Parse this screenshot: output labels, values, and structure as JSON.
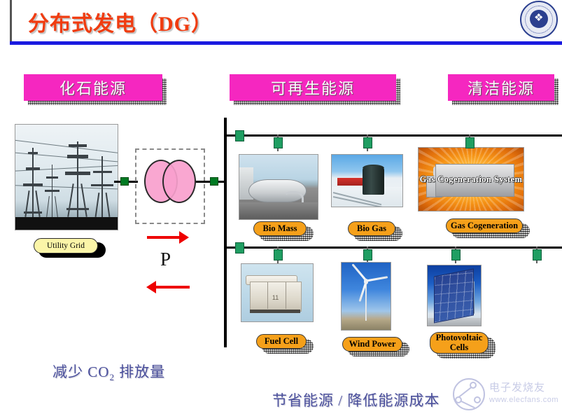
{
  "slide": {
    "title": "分布式发电（DG）",
    "logo_name": "university-emblem"
  },
  "categories": [
    {
      "label": "化石能源",
      "name": "fossil-energy"
    },
    {
      "label": "可再生能源",
      "name": "renewable-energy"
    },
    {
      "label": "清洁能源",
      "name": "clean-energy"
    }
  ],
  "grid": {
    "label": "Utility Grid",
    "photo_alt": "transmission-towers"
  },
  "transformer": {
    "name": "transformer-symbol"
  },
  "power_flow": {
    "symbol": "P",
    "direction_forward": "right-arrow",
    "direction_reverse": "left-arrow"
  },
  "sources_row1": [
    {
      "label": "Bio Mass",
      "photo_alt": "biomass-plant"
    },
    {
      "label": "Bio Gas",
      "photo_alt": "biogas-digester"
    },
    {
      "label": "Gas Cogeneration",
      "photo_alt": "gas-cogeneration-system",
      "photo_caption": "Gas Cogeneration System"
    }
  ],
  "sources_row2": [
    {
      "label": "Fuel Cell",
      "photo_alt": "fuel-cell-unit"
    },
    {
      "label": "Wind Power",
      "photo_alt": "wind-turbine"
    },
    {
      "label": "Photovoltaic\nCells",
      "label_line1": "Photovoltaic",
      "label_line2": "Cells",
      "photo_alt": "pv-building"
    }
  ],
  "footer": {
    "left": "减少  CO",
    "left_sub": "2",
    "left_tail": " 排放量",
    "right": "节省能源 / 降低能源成本"
  },
  "watermark": {
    "text": "电子发烧友",
    "url": "www.elecfans.com"
  },
  "colors": {
    "title": "#f03c10",
    "rule": "#1a1ae0",
    "banner": "#f527c0",
    "pill": "#f5a01a",
    "grid_pill": "#fbf5a8",
    "switch": "#1f9e62",
    "arrow": "#ee0000",
    "footer_text": "#4a4f9c",
    "coil": "#f8a0cd"
  }
}
